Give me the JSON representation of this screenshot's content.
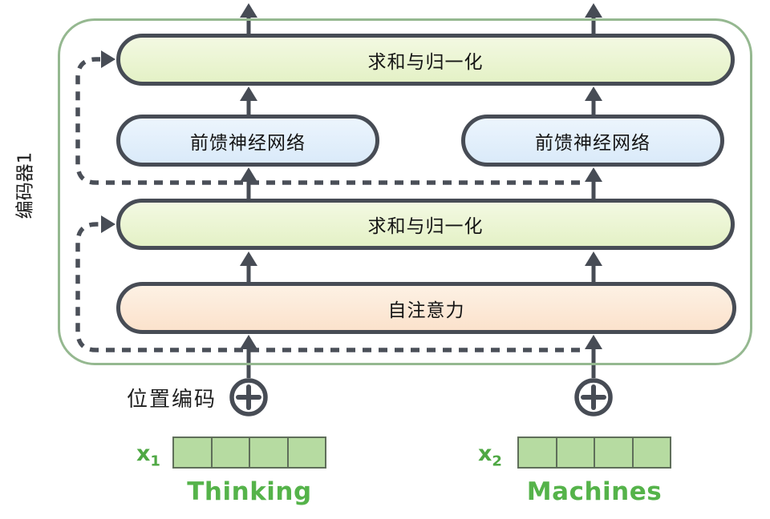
{
  "diagram": {
    "encoder": {
      "label": "编码器1"
    },
    "blocks": {
      "add_norm_top": "求和与归一化",
      "ffn_left": "前馈神经网络",
      "ffn_right": "前馈神经网络",
      "add_norm_mid": "求和与归一化",
      "self_attention": "自注意力"
    },
    "positional_encoding": {
      "label": "位置编码"
    },
    "inputs": [
      {
        "label_base": "x",
        "label_sub": "1",
        "word": "Thinking",
        "cell_count": 4
      },
      {
        "label_base": "x",
        "label_sub": "2",
        "word": "Machines",
        "cell_count": 4
      }
    ],
    "colors": {
      "frame_border": "#95b890",
      "connector_dark": "#474c55",
      "add_norm_fill": "#eaf4cf",
      "ffn_fill": "#e0eefa",
      "self_attention_fill": "#fcebdb",
      "vector_cell_fill": "#b6dba1",
      "vector_cell_border": "#5f6e5a",
      "input_green": "#55b34a"
    }
  }
}
